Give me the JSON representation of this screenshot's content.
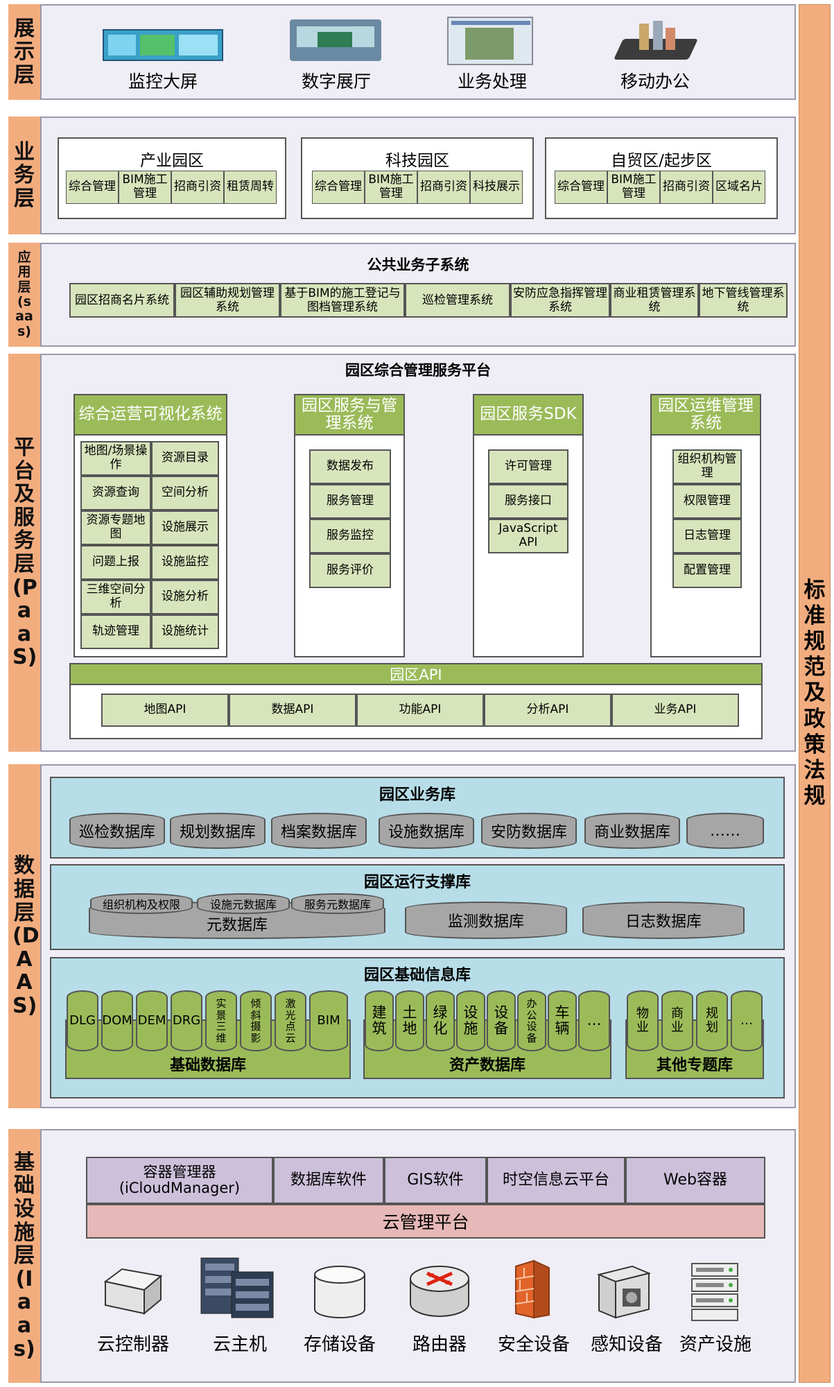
{
  "side": "标准规范及政策法规",
  "layers": {
    "display": "展示层",
    "business": "业务层",
    "app": "应用层(saas)",
    "paas": "平台及服务层(PaaS)",
    "daas": "数据层(DAAS)",
    "iaas": "基础设施层(Iaas)"
  },
  "display": [
    "监控大屏",
    "数字展厅",
    "业务处理",
    "移动办公"
  ],
  "business": [
    {
      "title": "产业园区",
      "cells": [
        "综合管理",
        "BIM施工管理",
        "招商引资",
        "租赁周转"
      ]
    },
    {
      "title": "科技园区",
      "cells": [
        "综合管理",
        "BIM施工管理",
        "招商引资",
        "科技展示"
      ]
    },
    {
      "title": "自贸区/起步区",
      "cells": [
        "综合管理",
        "BIM施工管理",
        "招商引资",
        "区域名片"
      ]
    }
  ],
  "app": {
    "title": "公共业务子系统",
    "cells": [
      "园区招商名片系统",
      "园区辅助规划管理系统",
      "基于BIM的施工登记与图档管理系统",
      "巡检管理系统",
      "安防应急指挥管理系统",
      "商业租赁管理系统",
      "地下管线管理系统"
    ]
  },
  "paas": {
    "title": "园区综合管理服务平台",
    "viz": {
      "head": "综合运营可视化系统",
      "cells": [
        "地图/场景操作",
        "资源目录",
        "资源查询",
        "空间分析",
        "资源专题地图",
        "设施展示",
        "问题上报",
        "设施监控",
        "三维空间分析",
        "设施分析",
        "轨迹管理",
        "设施统计"
      ]
    },
    "svc": {
      "head": "园区服务与管理系统",
      "cells": [
        "数据发布",
        "服务管理",
        "服务监控",
        "服务评价"
      ]
    },
    "sdk": {
      "head": "园区服务SDK",
      "cells": [
        "许可管理",
        "服务接口",
        "JavaScript API"
      ]
    },
    "ops": {
      "head": "园区运维管理系统",
      "cells": [
        "组织机构管理",
        "权限管理",
        "日志管理",
        "配置管理"
      ]
    },
    "api": {
      "head": "园区API",
      "cells": [
        "地图API",
        "数据API",
        "功能API",
        "分析API",
        "业务API"
      ]
    }
  },
  "daas": {
    "biz": {
      "title": "园区业务库",
      "cells": [
        "巡检数据库",
        "规划数据库",
        "档案数据库",
        "设施数据库",
        "安防数据库",
        "商业数据库",
        "……"
      ]
    },
    "run": {
      "title": "园区运行支撑库",
      "meta": [
        "组织机构及权限",
        "设施元数据库",
        "服务元数据库"
      ],
      "meta_base": "元数据库",
      "cells": [
        "监测数据库",
        "日志数据库"
      ]
    },
    "base": {
      "title": "园区基础信息库",
      "g1": {
        "cells": [
          "DLG",
          "DOM",
          "DEM",
          "DRG",
          "实景三维",
          "倾斜摄影",
          "激光点云",
          "BIM"
        ],
        "base": "基础数据库"
      },
      "g2": {
        "cells": [
          "建筑",
          "土地",
          "绿化",
          "设施",
          "设备",
          "办公设备",
          "车辆",
          "…"
        ],
        "base": "资产数据库"
      },
      "g3": {
        "cells": [
          "物业",
          "商业",
          "规划",
          "…"
        ],
        "base": "其他专题库"
      }
    }
  },
  "iaas": {
    "top": [
      "容器管理器 (iCloudManager)",
      "数据库软件",
      "GIS软件",
      "时空信息云平台",
      "Web容器"
    ],
    "cloud": "云管理平台",
    "devices": [
      "云控制器",
      "云主机",
      "存储设备",
      "路由器",
      "安全设备",
      "感知设备",
      "资产设施"
    ]
  }
}
